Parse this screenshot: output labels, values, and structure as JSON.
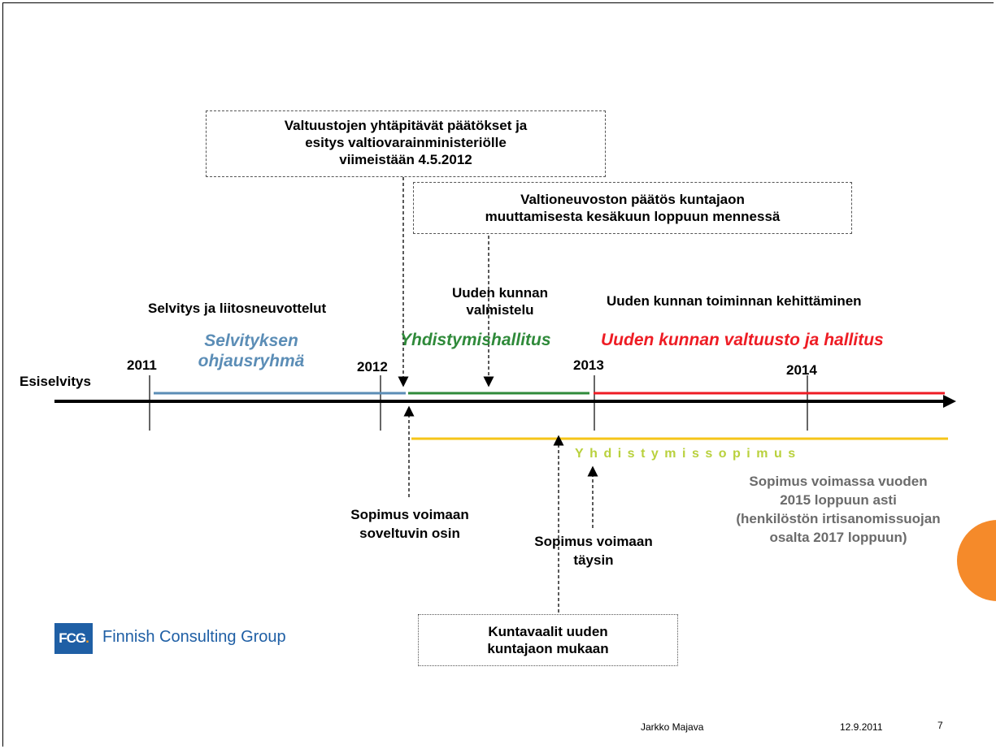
{
  "boxes": {
    "top": [
      "Valtuustojen yhtäpitävät päätökset ja",
      "esitys valtiovarainministeriölle",
      "viimeistään 4.5.2012"
    ],
    "valtioneuvosto": [
      "Valtioneuvoston päätös kuntajaon",
      "muuttamisesta kesäkuun loppuun mennessä"
    ],
    "kuntavaalit": [
      "Kuntavaalit uuden",
      "kuntajaon mukaan"
    ]
  },
  "labels": {
    "esiselvitys": "Esiselvitys",
    "selvitys": "Selvitys ja liitosneuvottelut",
    "uuden_kunnan_valmistelu": [
      "Uuden kunnan",
      "valmistelu"
    ],
    "toiminnan_kehittaminen": "Uuden kunnan toiminnan kehittäminen",
    "ohjausryhma": [
      "Selvityksen",
      "ohjausryhmä"
    ],
    "yhdistymishallitus": "Yhdistymishallitus",
    "valtuusto": "Uuden kunnan valtuusto ja hallitus",
    "yhdistymissopimus": "Yhdistymissopimus",
    "soveltuvin": [
      "Sopimus voimaan",
      "soveltuvin osin"
    ],
    "taysin": [
      "Sopimus voimaan",
      "täysin"
    ],
    "voimassa": [
      "Sopimus voimassa vuoden",
      "2015 loppuun asti",
      "(henkilöstön irtisanomissuojan",
      "osalta 2017 loppuun)"
    ]
  },
  "years": [
    "2011",
    "2012",
    "2013",
    "2014"
  ],
  "colors": {
    "ohjausryhma": "#5b8db6",
    "yhdistymishallitus": "#2f8a3a",
    "valtuusto": "#ee1c24",
    "sopimus_line": "#f5c518",
    "sopimus_text": "#b9d13d",
    "voimassa_text": "#6b6b6b",
    "logo_blue": "#1f5fa5",
    "logo_orange": "#f39a1d",
    "accent_orange": "#f58a2a"
  },
  "logo": {
    "mark": "FCG",
    "dot": ".",
    "name": "Finnish Consulting Group"
  },
  "footer": {
    "author": "Jarkko Majava",
    "date": "12.9.2011",
    "page": "7"
  }
}
